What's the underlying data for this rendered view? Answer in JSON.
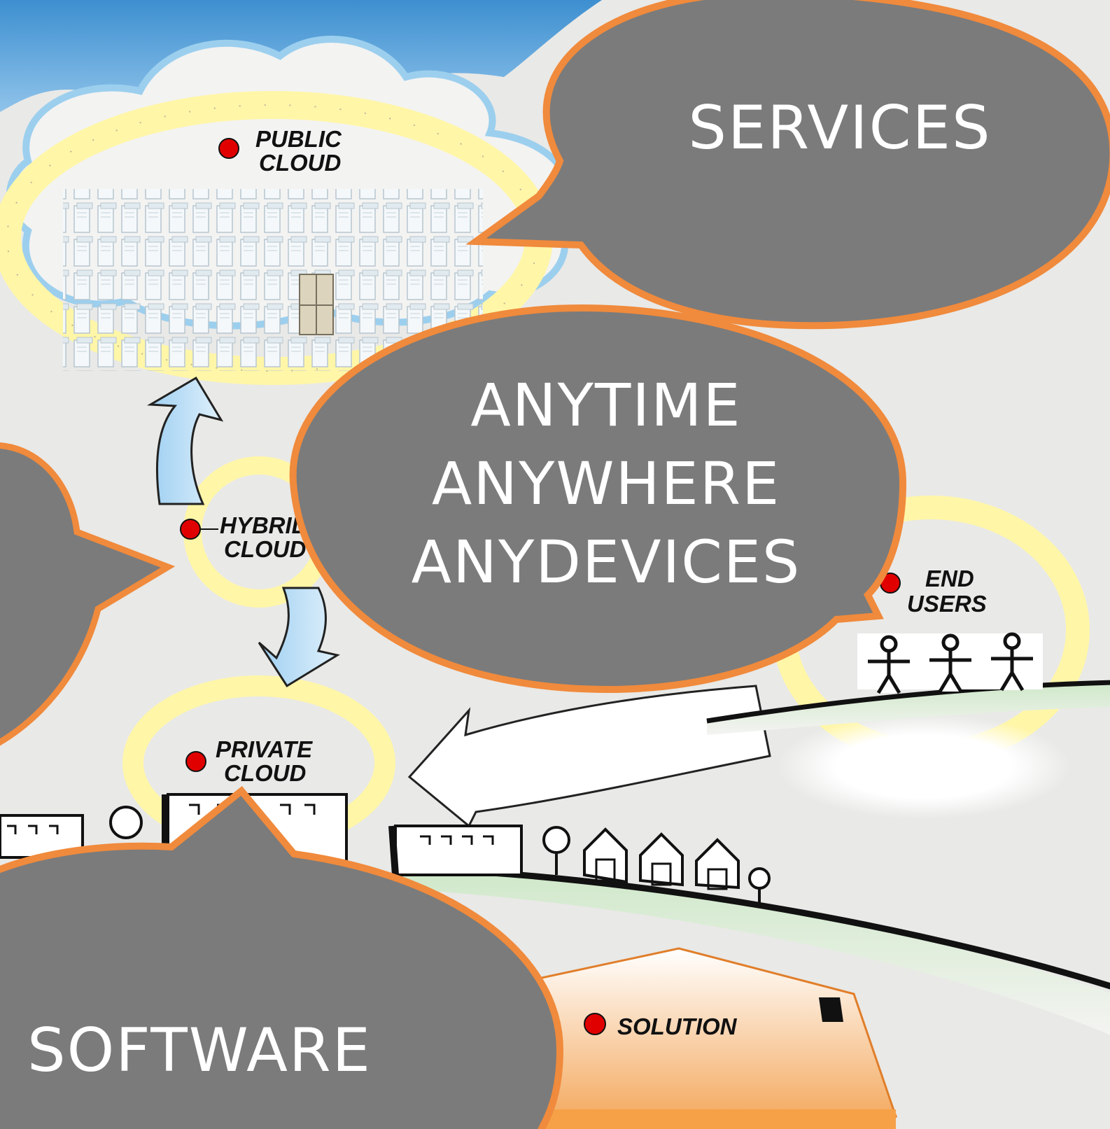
{
  "labels": {
    "public_cloud": [
      "PUBLIC",
      "CLOUD"
    ],
    "hybrid_cloud": [
      "HYBRID",
      "CLOUD"
    ],
    "private_cloud": [
      "PRIVATE",
      "CLOUD"
    ],
    "end_users": [
      "END",
      "USERS"
    ],
    "solution": "SOLUTION"
  },
  "bubbles": {
    "services": "SERVICES",
    "anytime": [
      "ANYTIME",
      "ANYWHERE",
      "ANYDEVICES"
    ],
    "software": "SOFTWARE"
  },
  "colors": {
    "bubble_fill": "#7b7b7b",
    "bubble_border": "#f08a3c",
    "marker": "#e10000",
    "sky": "#4f9fd8",
    "glow": "#fff6a8"
  }
}
